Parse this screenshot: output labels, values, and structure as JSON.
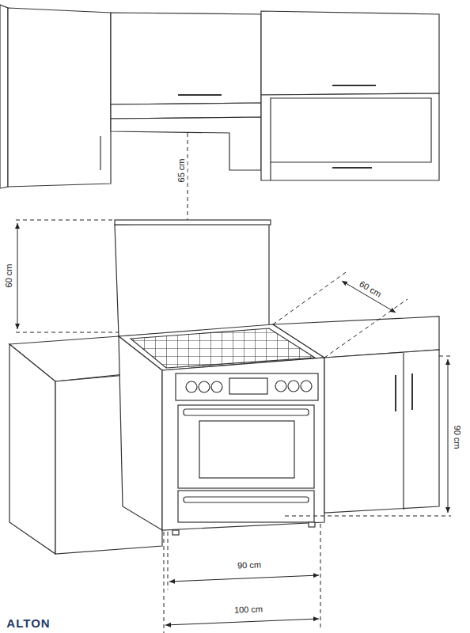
{
  "diagram": {
    "labels": [
      "65 cm",
      "60 cm",
      "60 cm",
      "90 cm",
      "90 cm",
      "100 cm",
      "ALTON"
    ]
  }
}
